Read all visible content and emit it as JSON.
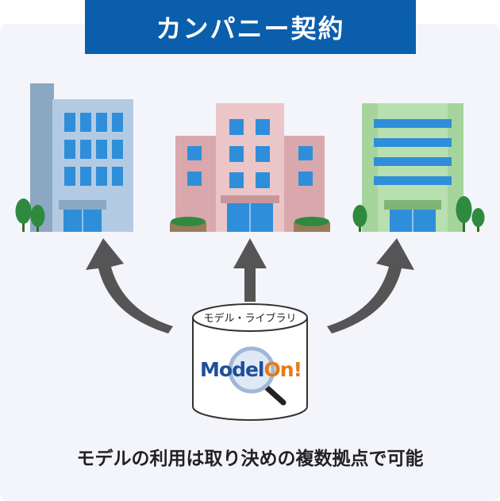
{
  "header": {
    "title": "カンパニー契約"
  },
  "database": {
    "label": "モデル・ライブラリ"
  },
  "logo": {
    "part1": "Model",
    "part2": "On!"
  },
  "caption": "モデルの利用は取り決めの複数拠点で可能",
  "colors": {
    "title_bg": "#0b5eab",
    "building_blue": "#afc9e2",
    "building_pink": "#e8bfc2",
    "building_green": "#a6d29c",
    "arrow": "#555555",
    "logo_blue": "#1f4e9a",
    "logo_orange": "#e57a14"
  }
}
